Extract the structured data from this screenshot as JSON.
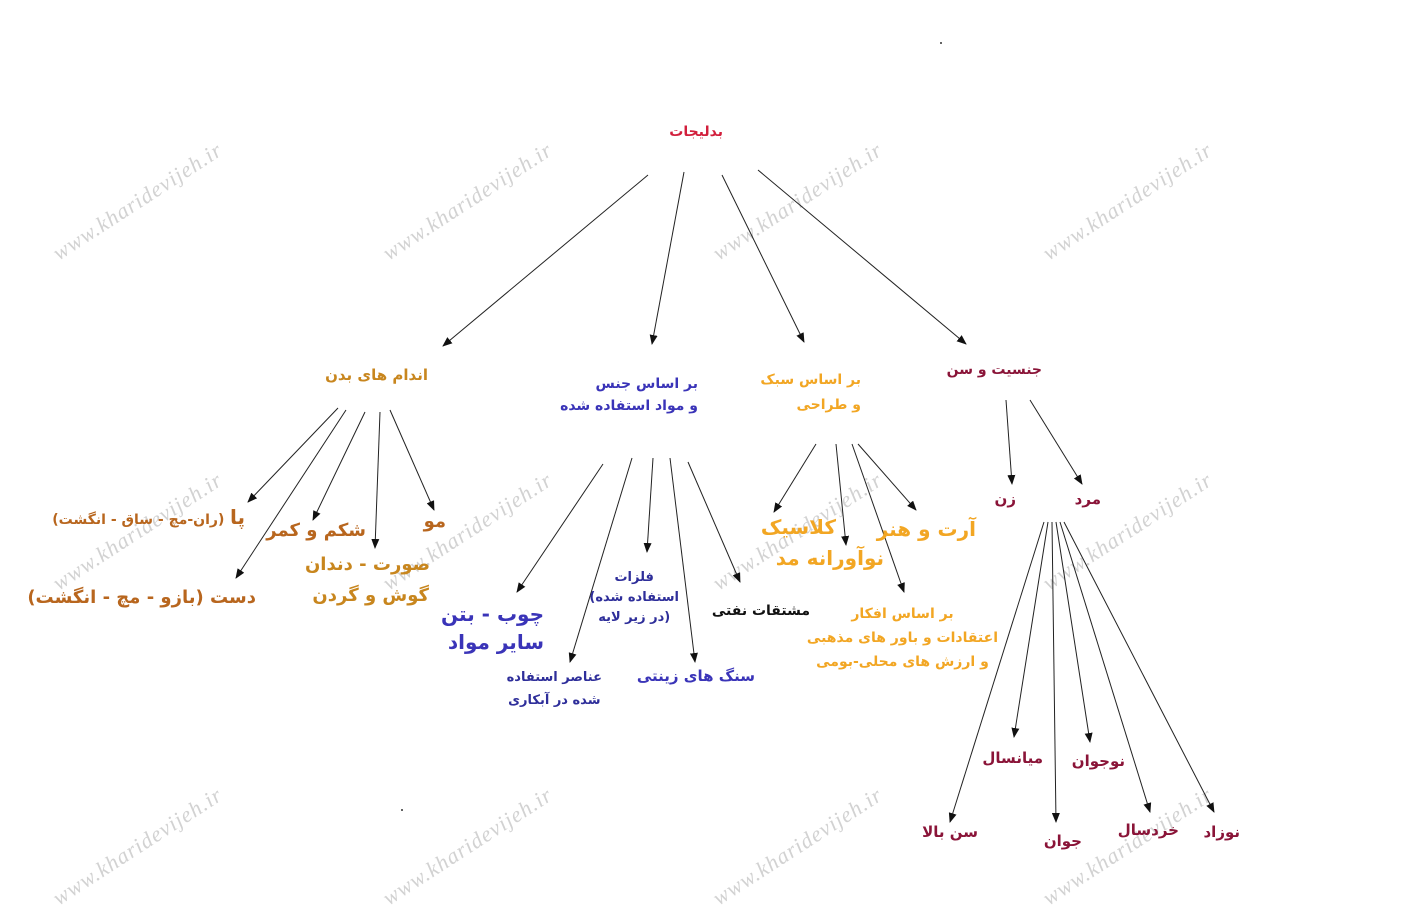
{
  "watermark_text": "www.kharidevijeh.ir",
  "root": "بدلیجات",
  "categories": {
    "body": "اندام های بدن",
    "material": [
      "بر اساس جنس",
      "و مواد استفاده شده"
    ],
    "style": [
      "بر اساس سبک",
      "و طراحی"
    ],
    "gender": "جنسیت و سن"
  },
  "body_parts": {
    "leg": "پا",
    "leg_detail": "(ران-مچ - ساق - انگشت)",
    "belly": "شکم و کمر",
    "hair": "مو",
    "face": "صورت - دندان",
    "ear": "گوش و گردن",
    "hand": "دست (بازو - مچ - انگشت)"
  },
  "materials": {
    "wood": "چوب - بتن",
    "other": "سایر مواد",
    "metals": [
      "فلزات",
      "استفاده شده)",
      "(در زیر لایه"
    ],
    "petroleum": "مشتقات نفتی",
    "gems": "سنگ های زینتی",
    "plating": [
      "عناصر استفاده",
      "شده در آبکاری"
    ]
  },
  "styles": {
    "classic": "کلاسیک",
    "art": "آرت و هنر",
    "modern": "نوآورانه مد",
    "beliefs": [
      "بر اساس افکار",
      "اعتقادات و باور های مذهبی",
      "و ارزش های محلی-بومی"
    ]
  },
  "gender": {
    "woman": "زن",
    "man": "مرد",
    "ages": {
      "middle": "میانسال",
      "teen": "نوجوان",
      "senior": "سن بالا",
      "young": "جوان",
      "child": "خردسال",
      "newborn": "نوزاد"
    }
  }
}
